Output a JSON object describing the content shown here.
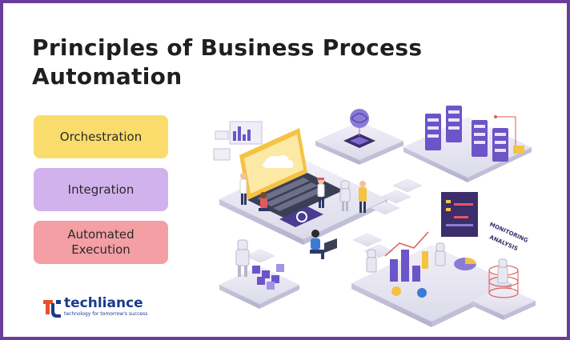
{
  "header": {
    "title": "Principles of Business Process Automation"
  },
  "principles": [
    {
      "label": "Orchestration",
      "color": "#f9dc6b"
    },
    {
      "label": "Integration",
      "color": "#d2b2ec"
    },
    {
      "label": "Automated\nExecution",
      "color": "#f39fa4"
    }
  ],
  "illustration": {
    "monitoring_label": "MONITORING",
    "analysis_label": "ANALYSIS"
  },
  "logo": {
    "wordmark": "techliance",
    "tagline": "technology for tomorrow's success",
    "brand_color": "#1b3a8c",
    "accent_color": "#e8502a"
  },
  "theme": {
    "border_color": "#6a3d9a"
  }
}
